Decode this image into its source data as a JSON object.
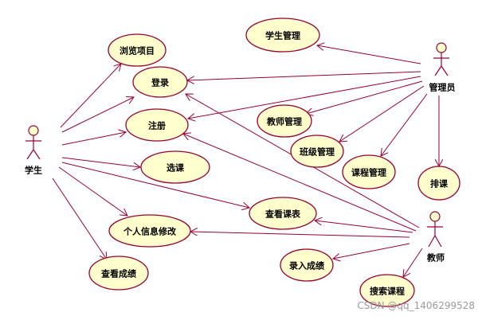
{
  "actors": {
    "student": {
      "label": "学生"
    },
    "admin": {
      "label": "管理员"
    },
    "teacher": {
      "label": "教师"
    }
  },
  "use_cases": {
    "browse": {
      "label": "浏览项目"
    },
    "login": {
      "label": "登录"
    },
    "register": {
      "label": "注册"
    },
    "select_course": {
      "label": "选课"
    },
    "view_schedule": {
      "label": "查看课表"
    },
    "edit_info": {
      "label": "个人信息修改"
    },
    "view_grades": {
      "label": "查看成绩"
    },
    "student_mgmt": {
      "label": "学生管理"
    },
    "teacher_mgmt": {
      "label": "教师管理"
    },
    "class_mgmt": {
      "label": "班级管理"
    },
    "course_mgmt": {
      "label": "课程管理"
    },
    "scheduling": {
      "label": "排课"
    },
    "enter_grades": {
      "label": "录入成绩"
    },
    "search_course": {
      "label": "搜索课程"
    }
  },
  "associations": [
    {
      "from": "student",
      "to": "browse"
    },
    {
      "from": "student",
      "to": "login"
    },
    {
      "from": "student",
      "to": "register"
    },
    {
      "from": "student",
      "to": "select_course"
    },
    {
      "from": "student",
      "to": "view_schedule"
    },
    {
      "from": "student",
      "to": "edit_info"
    },
    {
      "from": "student",
      "to": "view_grades"
    },
    {
      "from": "admin",
      "to": "student_mgmt"
    },
    {
      "from": "admin",
      "to": "login"
    },
    {
      "from": "admin",
      "to": "register"
    },
    {
      "from": "admin",
      "to": "teacher_mgmt"
    },
    {
      "from": "admin",
      "to": "class_mgmt"
    },
    {
      "from": "admin",
      "to": "course_mgmt"
    },
    {
      "from": "admin",
      "to": "scheduling"
    },
    {
      "from": "teacher",
      "to": "login"
    },
    {
      "from": "teacher",
      "to": "register"
    },
    {
      "from": "teacher",
      "to": "view_schedule"
    },
    {
      "from": "teacher",
      "to": "edit_info"
    },
    {
      "from": "teacher",
      "to": "enter_grades"
    },
    {
      "from": "teacher",
      "to": "search_course"
    }
  ],
  "watermark": {
    "text": "CSDN @qq_1406299528"
  },
  "colors": {
    "line": "#990033",
    "fill": "#fffecc",
    "watermark": "#9a9a9a"
  }
}
